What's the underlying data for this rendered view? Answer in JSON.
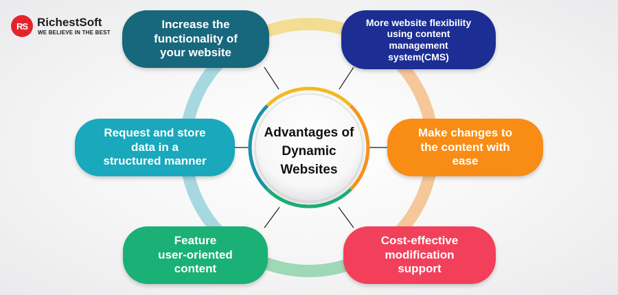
{
  "brand": {
    "logo_mark": "RS",
    "name": "RichestSoft",
    "tagline": "WE BELIEVE IN THE BEST"
  },
  "center": {
    "title": "Advantages of\nDynamic\nWebsites"
  },
  "nodes": [
    {
      "id": "top-left",
      "text": "Increase the\nfunctionality of\nyour website",
      "color": "#17677d"
    },
    {
      "id": "top-right",
      "text": "More website flexibility\nusing content\nmanagement\nsystem(CMS)",
      "color": "#1c2e93"
    },
    {
      "id": "mid-left",
      "text": "Request and store\ndata in a\nstructured manner",
      "color": "#19a8bc"
    },
    {
      "id": "mid-right",
      "text": "Make changes to\nthe content with\nease",
      "color": "#f98c14"
    },
    {
      "id": "bottom-left",
      "text": "Feature\nuser-oriented\ncontent",
      "color": "#1bb076"
    },
    {
      "id": "bottom-right",
      "text": "Cost-effective\nmodification\nsupport",
      "color": "#f2405b"
    }
  ],
  "ring_colors": {
    "top": "#f3dd93",
    "right": "#f5c79a",
    "bottom": "#9ed8b7",
    "left": "#a7d8e0"
  }
}
